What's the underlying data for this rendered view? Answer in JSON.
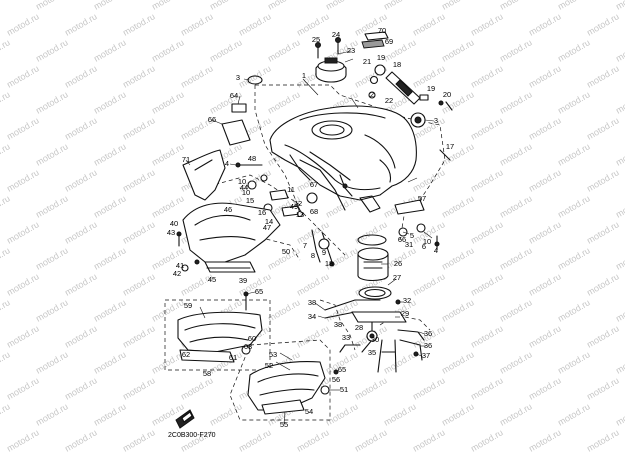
{
  "watermark": "motod.ru",
  "drawing_code": "2C0B300-F270",
  "callouts": {
    "c1": "1",
    "c2": "2",
    "c3": "3",
    "c4": "4",
    "c5": "5",
    "c6": "6",
    "c7": "7",
    "c8": "8",
    "c9": "9",
    "c10": "10",
    "c11": "11",
    "c12": "12",
    "c13": "13",
    "c14": "14",
    "c15": "15",
    "c16": "16",
    "c17": "17",
    "c18": "18",
    "c19": "19",
    "c20": "20",
    "c21": "21",
    "c22": "22",
    "c23": "23",
    "c24": "24",
    "c25": "25",
    "c26": "26",
    "c27": "27",
    "c28": "28",
    "c29": "29",
    "c30": "30",
    "c31": "31",
    "c32": "32",
    "c33": "33",
    "c34": "34",
    "c35": "35",
    "c36": "36",
    "c37": "37",
    "c38": "38",
    "c39": "39",
    "c40": "40",
    "c41": "41",
    "c42": "42",
    "c43": "43",
    "c44": "44",
    "c45": "45",
    "c46": "46",
    "c47": "47",
    "c48": "48",
    "c49": "49",
    "c50": "50",
    "c51": "51",
    "c52": "52",
    "c53": "53",
    "c54": "54",
    "c55": "55",
    "c56": "56",
    "c57": "57",
    "c58": "58",
    "c59": "59",
    "c60": "60",
    "c61": "61",
    "c62": "62",
    "c63": "63",
    "c64": "64",
    "c65": "65",
    "c66": "66",
    "c67": "67",
    "c68": "68",
    "c69": "69",
    "c70": "70",
    "c71": "71"
  }
}
